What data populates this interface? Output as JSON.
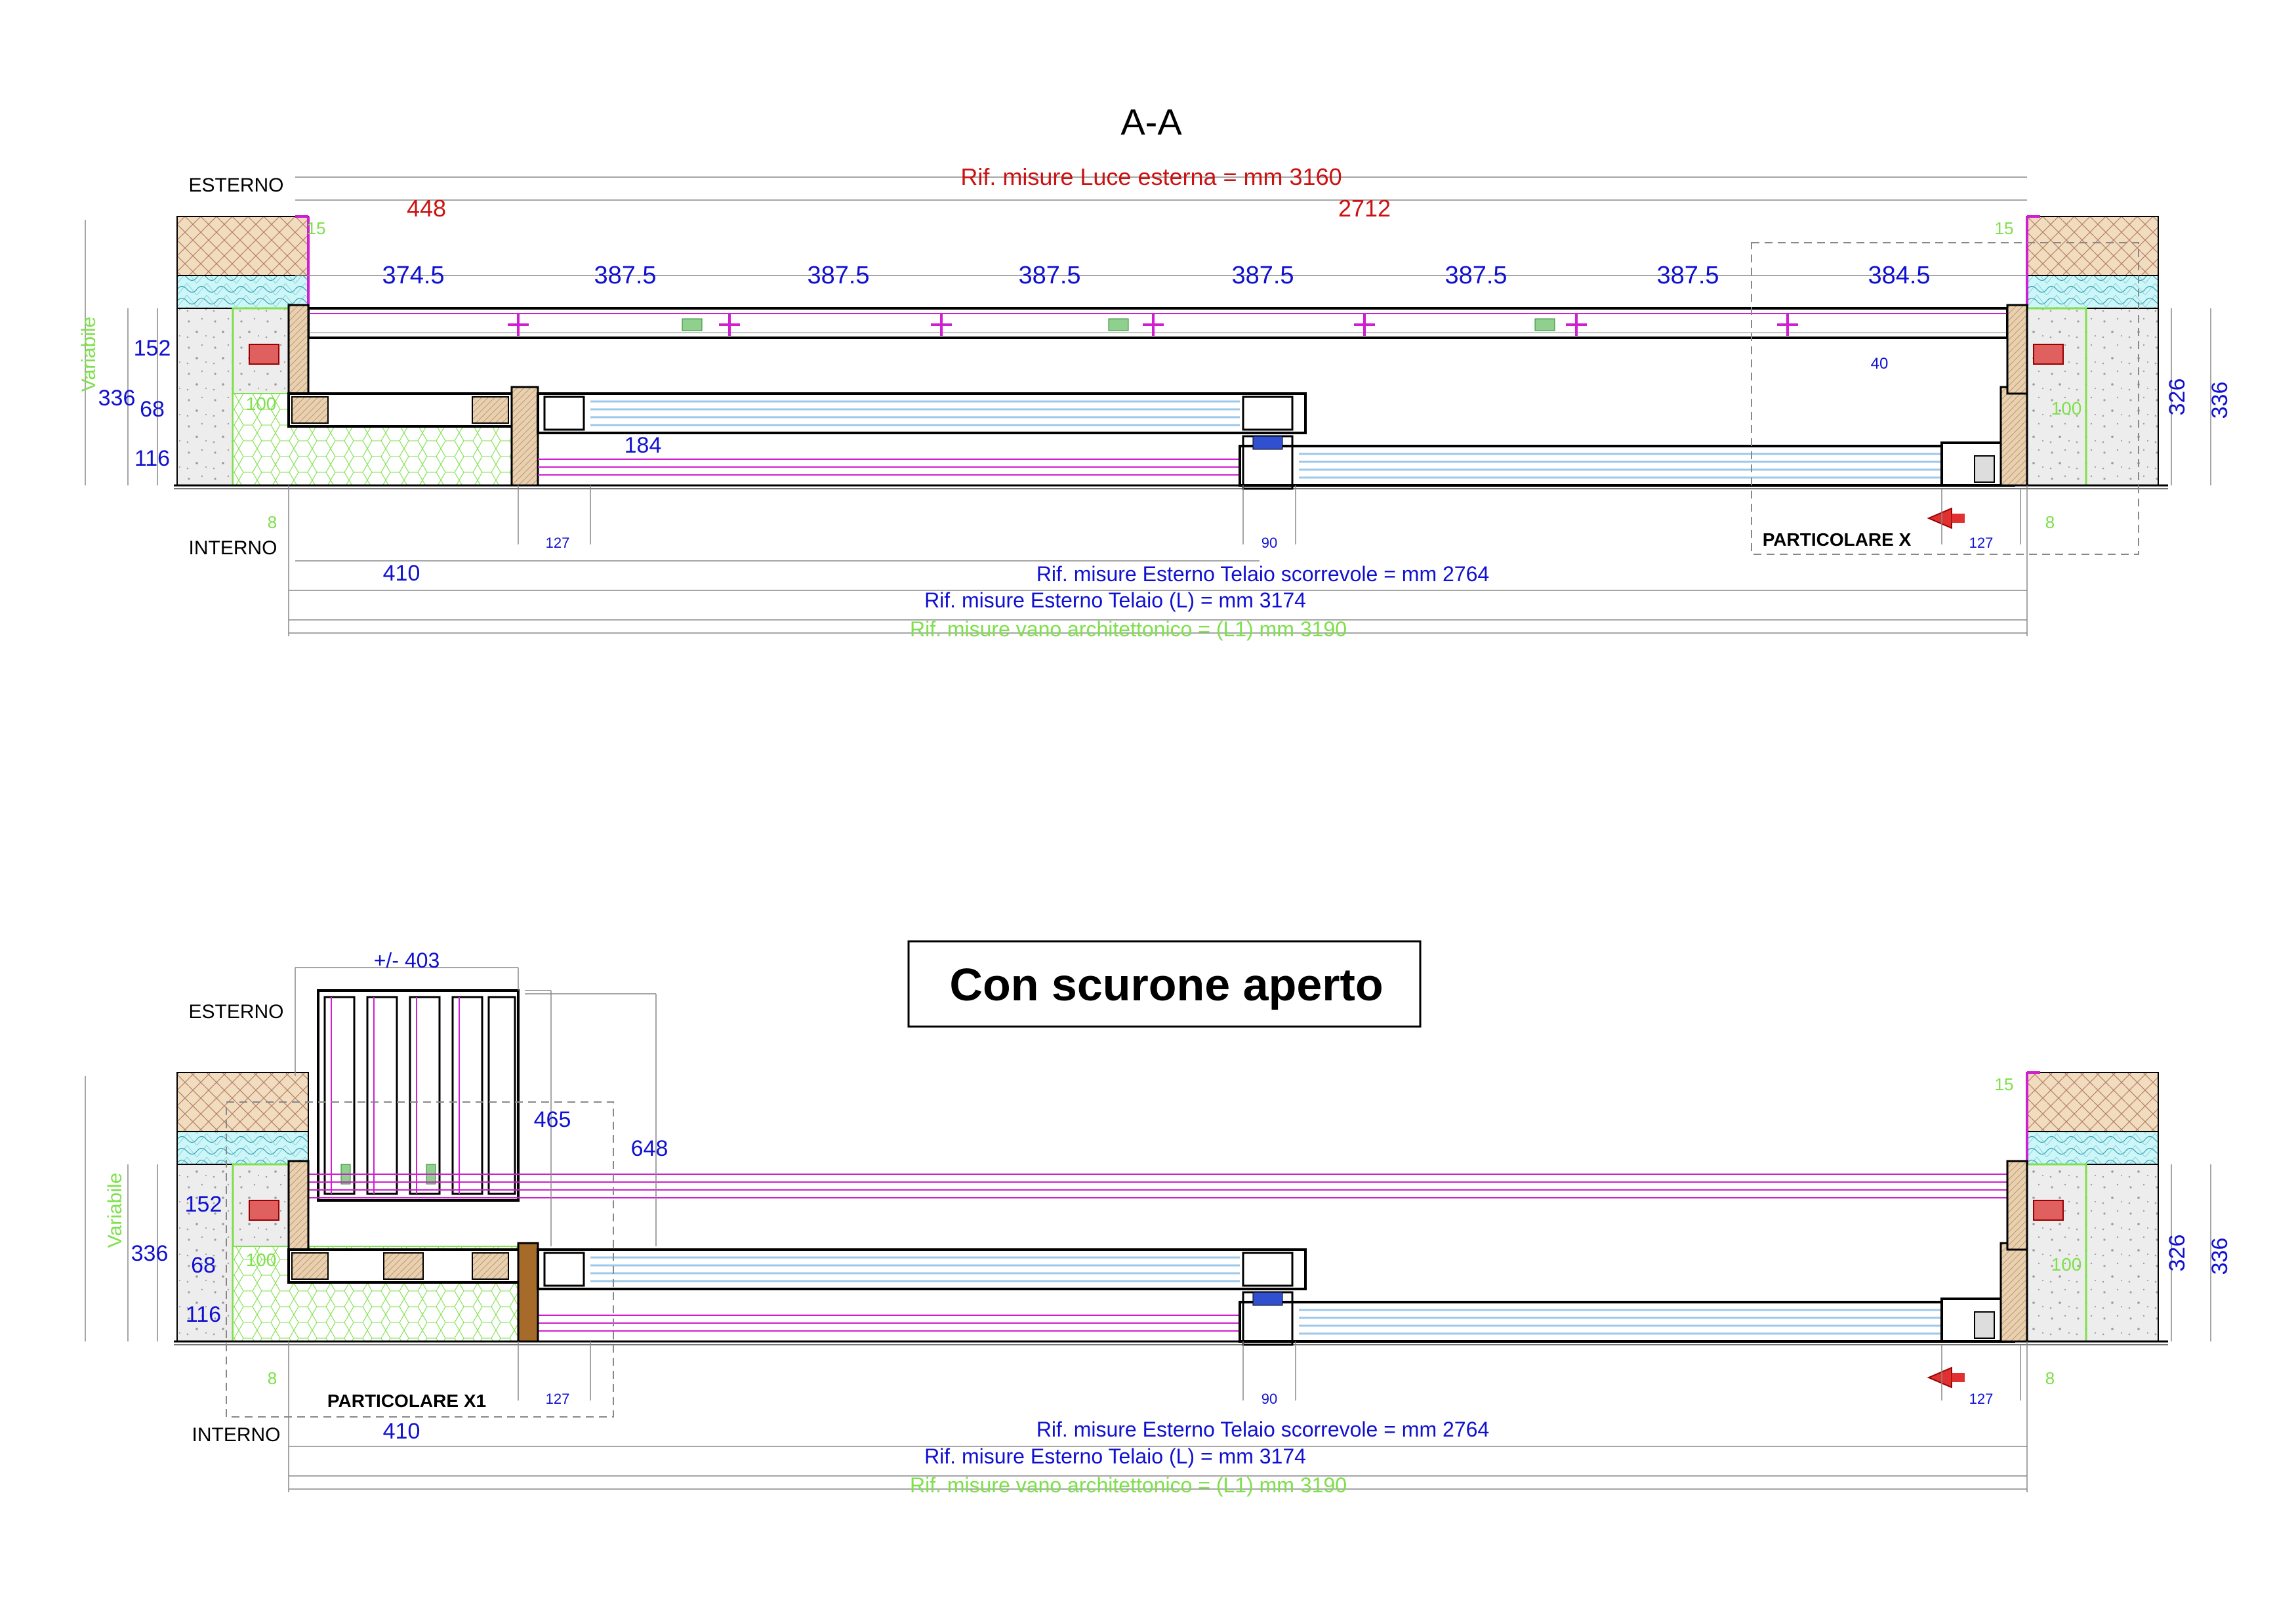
{
  "colors": {
    "dim_blue": "#1010d0",
    "dim_red": "#cc1111",
    "dim_green": "#7ee04a",
    "magenta": "#d01fd0",
    "glass": "#9ec8ea",
    "insulation": "#ccf6f8",
    "brick": "#f2dcc0",
    "wood": "#a66a2a",
    "wall_grey": "#e9e9e9",
    "line": "#000000"
  },
  "section_a": {
    "title": "A-A",
    "esterno": "ESTERNO",
    "interno": "INTERNO",
    "luce_esterna": "Rif. misure Luce esterna = mm 3160",
    "dim_448": "448",
    "dim_2712": "2712",
    "spans": [
      "374.5",
      "387.5",
      "387.5",
      "387.5",
      "387.5",
      "387.5",
      "387.5",
      "384.5"
    ],
    "left_dims": {
      "variabile": "Variabile",
      "d152": "152",
      "d336": "336",
      "d68": "68",
      "d116": "116",
      "d100": "100",
      "d15": "15",
      "d8": "8"
    },
    "right_dims": {
      "d15": "15",
      "d100": "100",
      "d326": "326",
      "d336": "336",
      "d8": "8",
      "d40": "40"
    },
    "d184": "184",
    "d127_left": "127",
    "d90": "90",
    "d127_right": "127",
    "d410": "410",
    "particolare": "PARTICOLARE X",
    "telaio_scorrevole": "Rif. misure Esterno Telaio scorrevole = mm 2764",
    "telaio_l": "Rif. misure Esterno Telaio (L) = mm 3174",
    "vano": "Rif. misure vano architettonico = (L1) mm 3190"
  },
  "section_b": {
    "title": "Con scurone aperto",
    "esterno": "ESTERNO",
    "interno": "INTERNO",
    "d403": "+/- 403",
    "d465": "465",
    "d648": "648",
    "left_dims": {
      "variabile": "Variabile",
      "d152": "152",
      "d336": "336",
      "d68": "68",
      "d116": "116",
      "d100": "100",
      "d8": "8"
    },
    "right_dims": {
      "d15": "15",
      "d100": "100",
      "d326": "326",
      "d336": "336",
      "d8": "8"
    },
    "d127_left": "127",
    "d90": "90",
    "d127_right": "127",
    "d410": "410",
    "particolare": "PARTICOLARE X1",
    "telaio_scorrevole": "Rif. misure Esterno Telaio scorrevole = mm 2764",
    "telaio_l": "Rif. misure Esterno Telaio (L) = mm 3174",
    "vano": "Rif. misure vano architettonico = (L1) mm 3190"
  }
}
